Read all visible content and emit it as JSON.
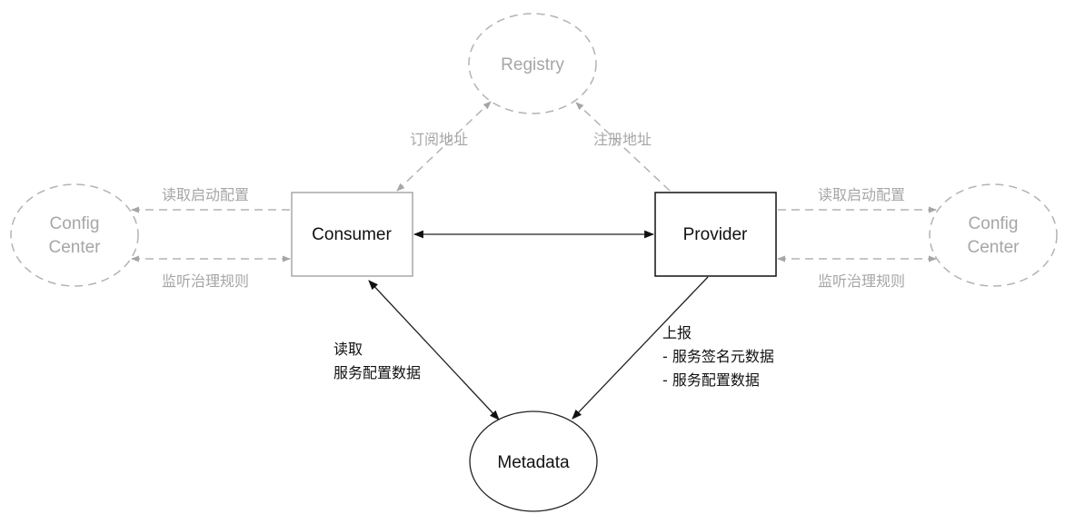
{
  "diagram": {
    "colors": {
      "muted": "#a6a6a6",
      "dashed_line": "#b3b3b3",
      "solid_line": "#222222",
      "text_dark": "#111111",
      "consumer_border": "#9a9a9a",
      "provider_border": "#111111"
    },
    "nodes": {
      "registry": {
        "label": "Registry",
        "shape": "ellipse",
        "style": "dashed"
      },
      "config_center_left": {
        "line1": "Config",
        "line2": "Center",
        "shape": "ellipse",
        "style": "dashed"
      },
      "config_center_right": {
        "line1": "Config",
        "line2": "Center",
        "shape": "ellipse",
        "style": "dashed"
      },
      "consumer": {
        "label": "Consumer",
        "shape": "rectangle",
        "style": "solid"
      },
      "provider": {
        "label": "Provider",
        "shape": "rectangle",
        "style": "solid"
      },
      "metadata": {
        "label": "Metadata",
        "shape": "ellipse",
        "style": "solid"
      }
    },
    "edges": {
      "consumer_registry": {
        "label": "订阅地址",
        "from": "Consumer",
        "to": "Registry",
        "direction": "both",
        "style": "dashed"
      },
      "provider_registry": {
        "label": "注册地址",
        "from": "Provider",
        "to": "Registry",
        "direction": "forward",
        "style": "dashed"
      },
      "consumer_config_read": {
        "label": "读取启动配置",
        "from": "Consumer",
        "to": "Config Center",
        "direction": "forward",
        "style": "dashed"
      },
      "consumer_config_listen": {
        "label": "监听治理规则",
        "from": "Consumer",
        "to": "Config Center",
        "direction": "both",
        "style": "dashed"
      },
      "provider_config_read": {
        "label": "读取启动配置",
        "from": "Provider",
        "to": "Config Center",
        "direction": "forward",
        "style": "dashed"
      },
      "provider_config_listen": {
        "label": "监听治理规则",
        "from": "Provider",
        "to": "Config Center",
        "direction": "both",
        "style": "dashed"
      },
      "consumer_provider": {
        "label": "",
        "from": "Consumer",
        "to": "Provider",
        "direction": "both",
        "style": "solid"
      },
      "consumer_metadata": {
        "line1": "读取",
        "line2": "服务配置数据",
        "from": "Consumer",
        "to": "Metadata",
        "direction": "both",
        "style": "solid"
      },
      "provider_metadata": {
        "line1": "上报",
        "line2": "- 服务签名元数据",
        "line3": "- 服务配置数据",
        "from": "Provider",
        "to": "Metadata",
        "direction": "forward",
        "style": "solid"
      }
    }
  }
}
